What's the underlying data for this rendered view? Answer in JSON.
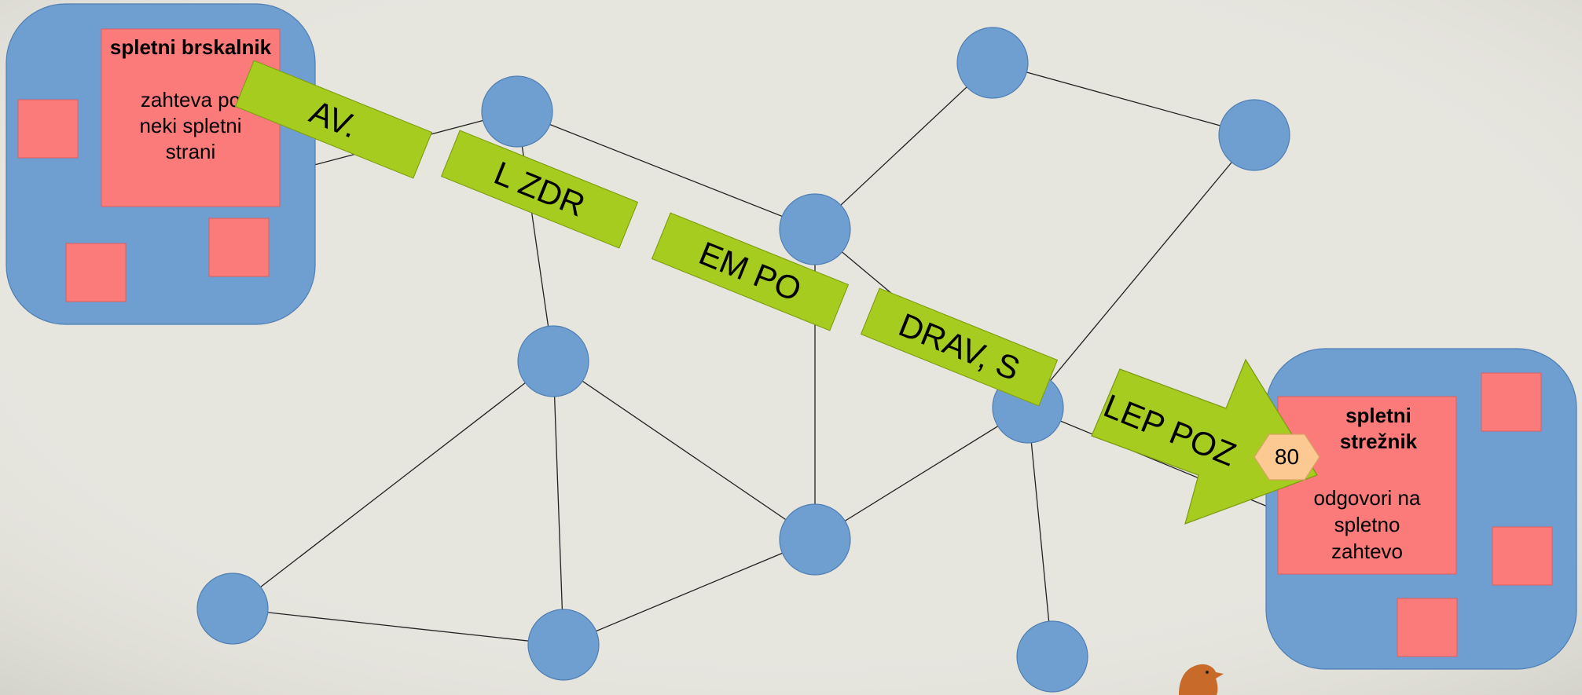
{
  "colors": {
    "background": "#e6e5de",
    "host_fill": "#6f9ed0",
    "router_fill": "#6f9ed0",
    "panel_fill": "#fb7b7b",
    "packet_fill": "#a6cc1f",
    "port_fill": "#fdc993"
  },
  "client": {
    "title": "spletni brskalnik",
    "body": "zahteva po neki spletni strani"
  },
  "server": {
    "title": "spletni strežnik",
    "body": "odgovori na spletno zahtevo",
    "port": "80"
  },
  "packets": [
    "AV.",
    "L ZDR",
    "EM PO",
    "DRAV, S",
    "LEP POZ"
  ]
}
